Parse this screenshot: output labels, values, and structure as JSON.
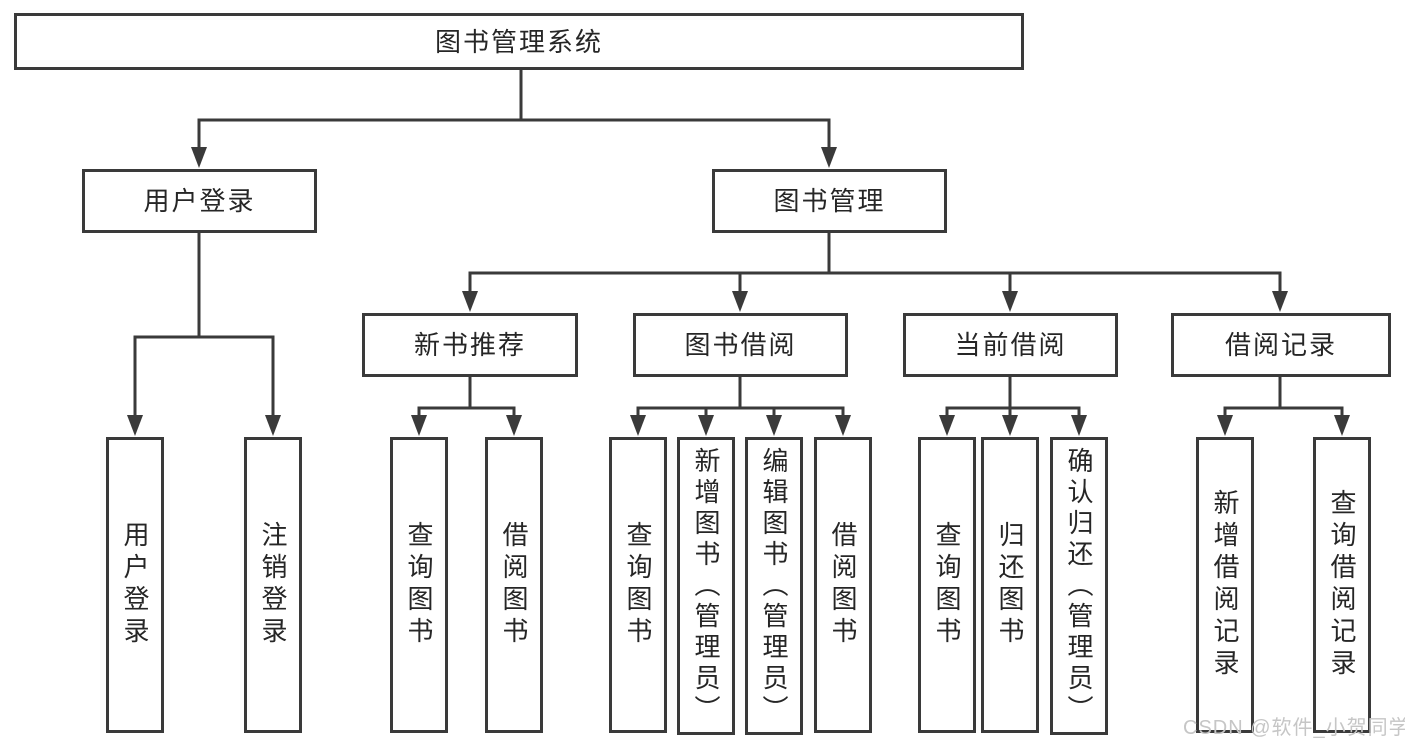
{
  "colors": {
    "line": "#3a3a3a",
    "box_border": "#3a3a3a",
    "box_fill": "#ffffff",
    "text": "#262626",
    "background": "#ffffff",
    "watermark": "#c6c6c6"
  },
  "watermark": {
    "text": "CSDN @软件_小贺同学"
  },
  "tree": {
    "root": {
      "label": "图书管理系统",
      "children": [
        {
          "label": "用户登录",
          "children": [
            {
              "label": "用户登录"
            },
            {
              "label": "注销登录"
            }
          ]
        },
        {
          "label": "图书管理",
          "children": [
            {
              "label": "新书推荐",
              "children": [
                {
                  "label": "查询图书"
                },
                {
                  "label": "借阅图书"
                }
              ]
            },
            {
              "label": "图书借阅",
              "children": [
                {
                  "label": "查询图书"
                },
                {
                  "label": "新增图书（管理员）"
                },
                {
                  "label": "编辑图书（管理员）"
                },
                {
                  "label": "借阅图书"
                }
              ]
            },
            {
              "label": "当前借阅",
              "children": [
                {
                  "label": "查询图书"
                },
                {
                  "label": "归还图书"
                },
                {
                  "label": "确认归还（管理员）"
                }
              ]
            },
            {
              "label": "借阅记录",
              "children": [
                {
                  "label": "新增借阅记录"
                },
                {
                  "label": "查询借阅记录"
                }
              ]
            }
          ]
        }
      ]
    }
  }
}
